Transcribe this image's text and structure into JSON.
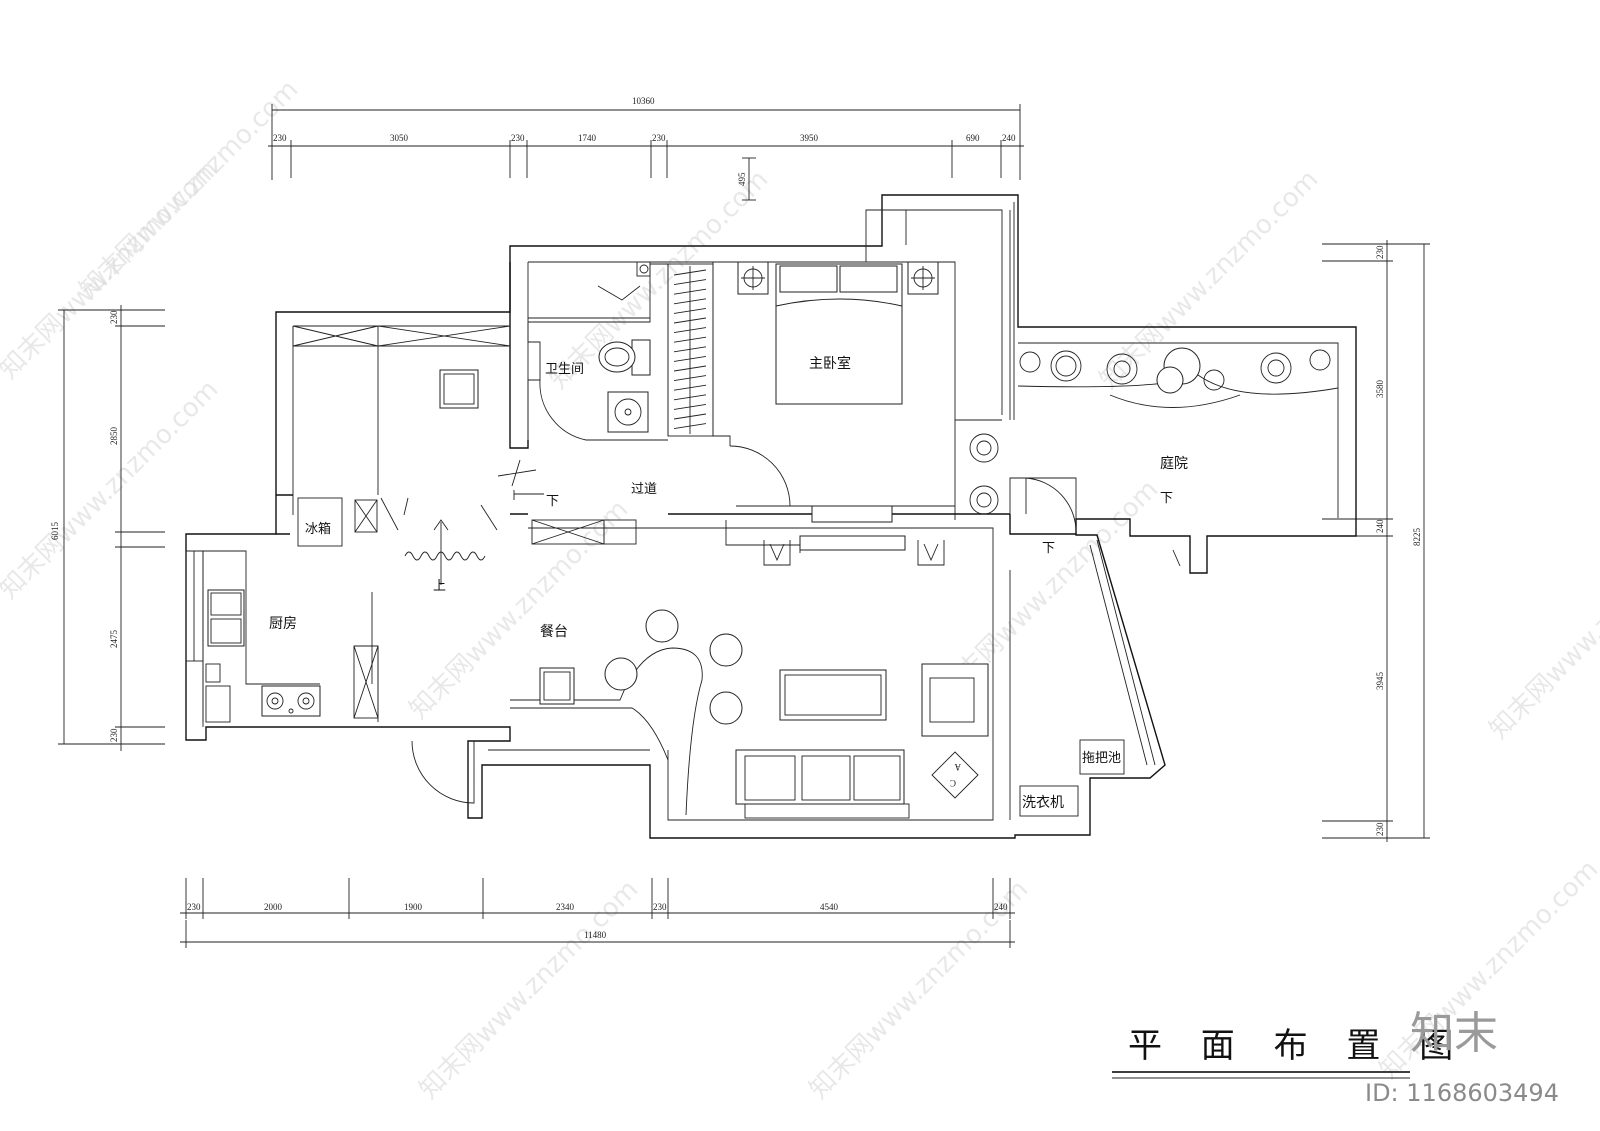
{
  "rooms": {
    "bathroom": "卫生间",
    "master_bedroom": "主卧室",
    "corridor": "过道",
    "courtyard": "庭院",
    "kitchen": "厨房",
    "dining_bar": "餐台"
  },
  "fixtures": {
    "fridge": "冰箱",
    "mop_sink": "拖把池",
    "washing_machine": "洗衣机",
    "ac_a": "A",
    "ac_c": "C"
  },
  "stairs": {
    "down": "下",
    "up": "上"
  },
  "dimensions": {
    "top_total": "10360",
    "top": [
      "230",
      "3050",
      "230",
      "1740",
      "230",
      "3950",
      "690",
      "240"
    ],
    "top_extra": "495",
    "bottom_total": "11480",
    "bottom": [
      "230",
      "2000",
      "1900",
      "2340",
      "230",
      "4540",
      "240"
    ],
    "left_total": "6015",
    "left": [
      "230",
      "2850",
      "2475",
      "230"
    ],
    "right_total": "8225",
    "right": [
      "230",
      "3580",
      "240",
      "3945",
      "230"
    ]
  },
  "title": "平 面 布 置 图",
  "watermark": {
    "text": "知末网www.znzmo.com",
    "logo": "知末",
    "id": "ID: 1168603494"
  }
}
